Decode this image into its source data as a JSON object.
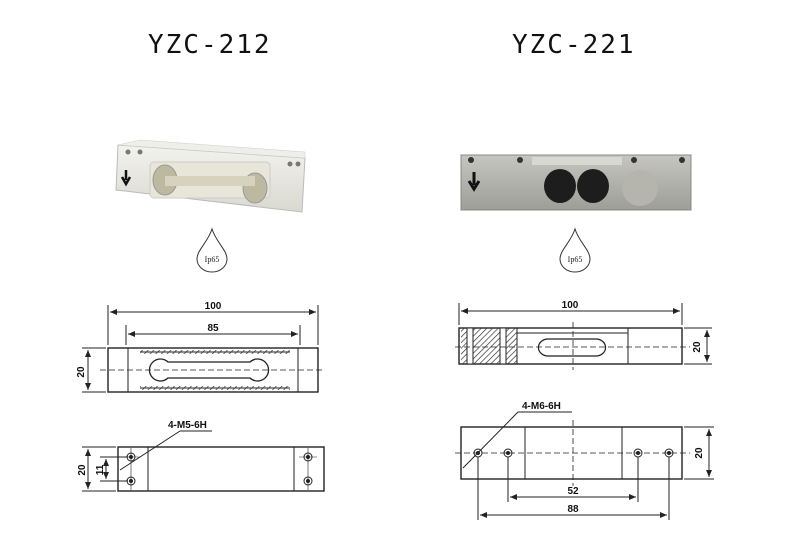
{
  "left": {
    "title": "YZC-212",
    "badge": "Ip65",
    "top_view": {
      "overall": "100",
      "inner": "85",
      "height": "20"
    },
    "bottom_view": {
      "thread": "4-M5-6H",
      "height": "20",
      "hole_pitch": "11"
    }
  },
  "right": {
    "title": "YZC-221",
    "badge": "Ip65",
    "top_view": {
      "overall": "100",
      "height": "20"
    },
    "bottom_view": {
      "thread": "4-M6-6H",
      "height": "20",
      "inner_pitch": "52",
      "outer_pitch": "88"
    }
  },
  "colors": {
    "line": "#222222",
    "body": "#cfcfcf",
    "metal": "#a9a9a9"
  }
}
